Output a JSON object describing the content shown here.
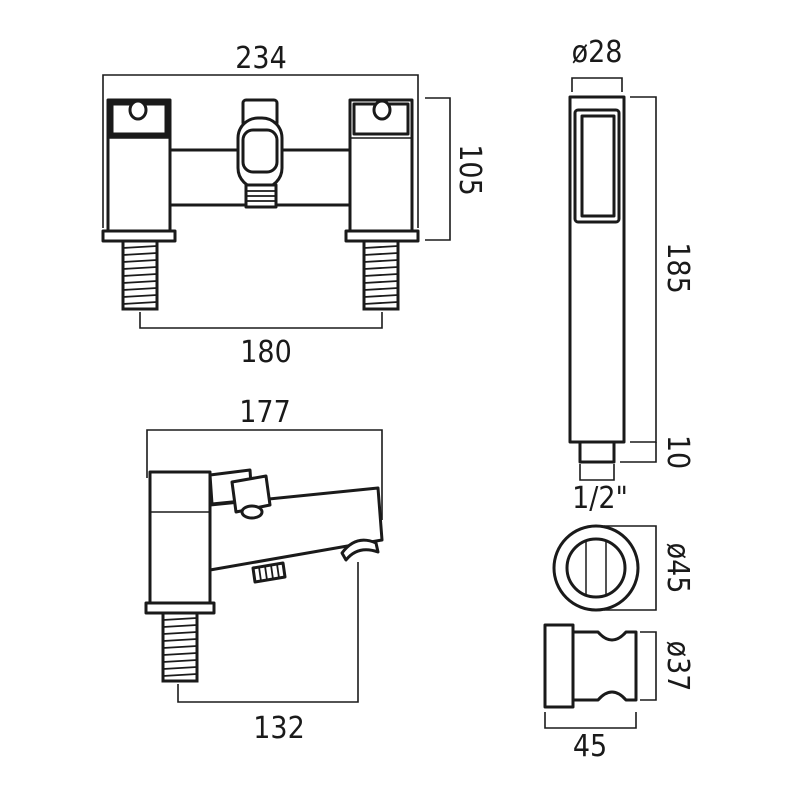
{
  "dimensions": {
    "front_width": "234",
    "front_height": "105",
    "front_centres": "180",
    "side_depth": "177",
    "side_spout": "132",
    "handset_diameter": "ø28",
    "handset_length": "185",
    "handset_connector_length": "10",
    "handset_connector_thread": "1/2\"",
    "bracket_front_diameter": "ø45",
    "bracket_side_diameter": "ø37",
    "bracket_side_width": "45"
  },
  "colors": {
    "line": "#1a1a1a",
    "background": "#ffffff"
  }
}
